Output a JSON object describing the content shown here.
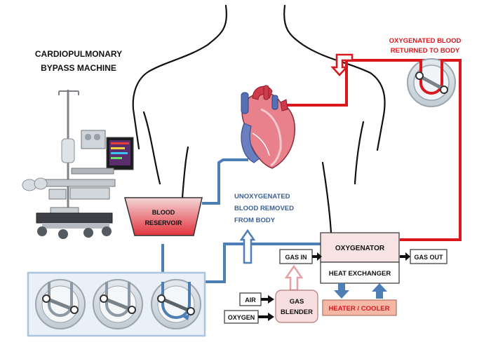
{
  "title_line1": "CARDIOPULMONARY",
  "title_line2": "BYPASS MACHINE",
  "labels": {
    "oxygenated_line1": "OXYGENATED BLOOD",
    "oxygenated_line2": "RETURNED TO BODY",
    "unoxygenated_line1": "UNOXYGENATED",
    "unoxygenated_line2": "BLOOD REMOVED",
    "unoxygenated_line3": "FROM BODY"
  },
  "boxes": {
    "reservoir_line1": "BLOOD",
    "reservoir_line2": "RESERVOIR",
    "oxygenator": "OXYGENATOR",
    "heat_exchanger": "HEAT EXCHANGER",
    "heater_cooler": "HEATER / COOLER",
    "gas_in": "GAS IN",
    "gas_out": "GAS OUT",
    "gas_blender_line1": "GAS",
    "gas_blender_line2": "BLENDER",
    "air": "AIR",
    "oxygen": "OXYGEN"
  },
  "colors": {
    "oxygenated": "#d9171c",
    "unoxygenated": "#4d7fb6",
    "reservoir_top": "#f0d0d0",
    "reservoir_bottom": "#e2333d",
    "oxygenator_fill": "#f7e3e3",
    "heater_fill": "#f6b8a6",
    "gas_blender_fill": "#f8dede",
    "pump_panel_border": "#a8c4de"
  },
  "icons": [
    "heart-icon",
    "roller-pump-icon",
    "bypass-machine-icon",
    "human-silhouette-icon"
  ]
}
